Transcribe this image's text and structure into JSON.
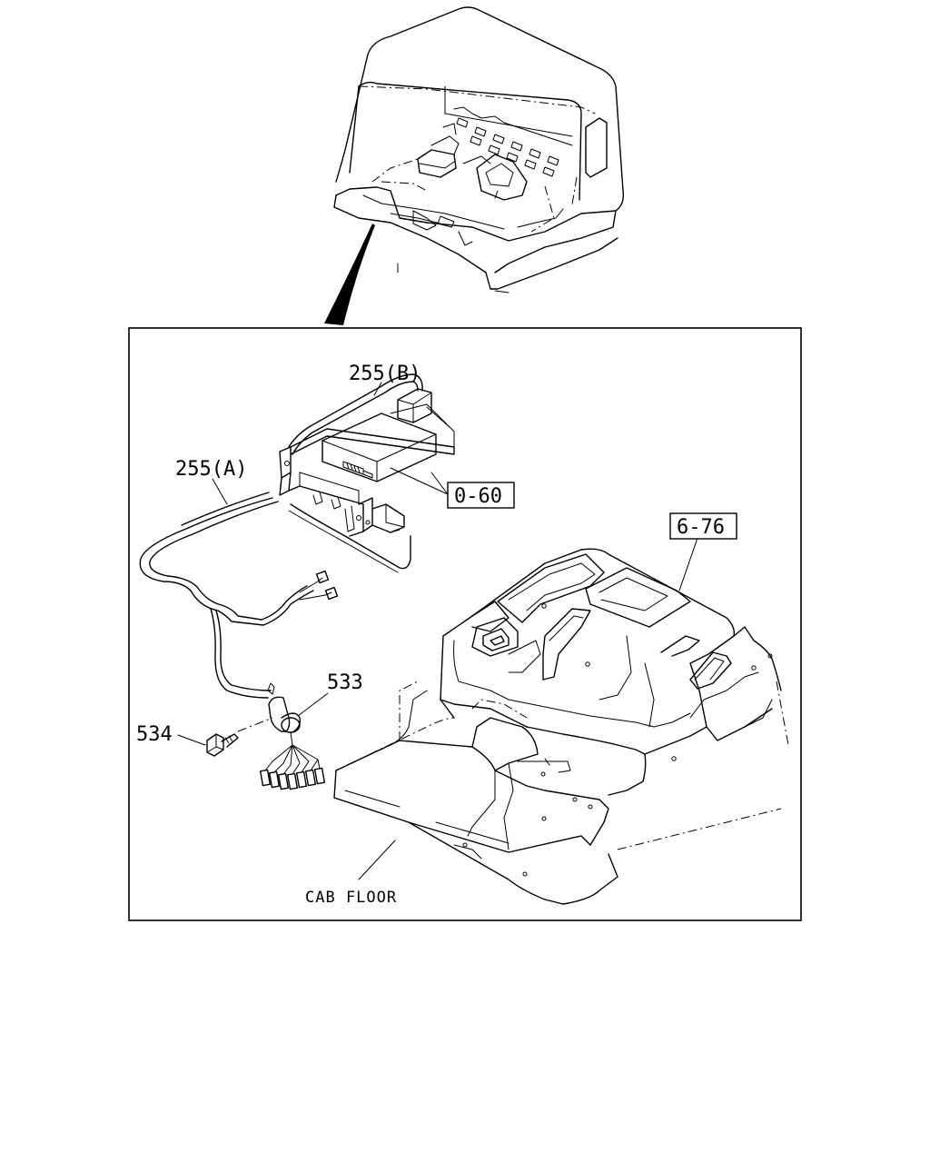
{
  "labels": {
    "harness_b": "255(B)",
    "harness_a": "255(A)",
    "ref_unit": "0-60",
    "ref_console": "6-76",
    "grommet": "533",
    "bolt": "534",
    "cab_floor": "CAB FLOOR"
  },
  "icons": {
    "overview": "cab-overview-drawing",
    "pointer": "wedge-pointer"
  }
}
